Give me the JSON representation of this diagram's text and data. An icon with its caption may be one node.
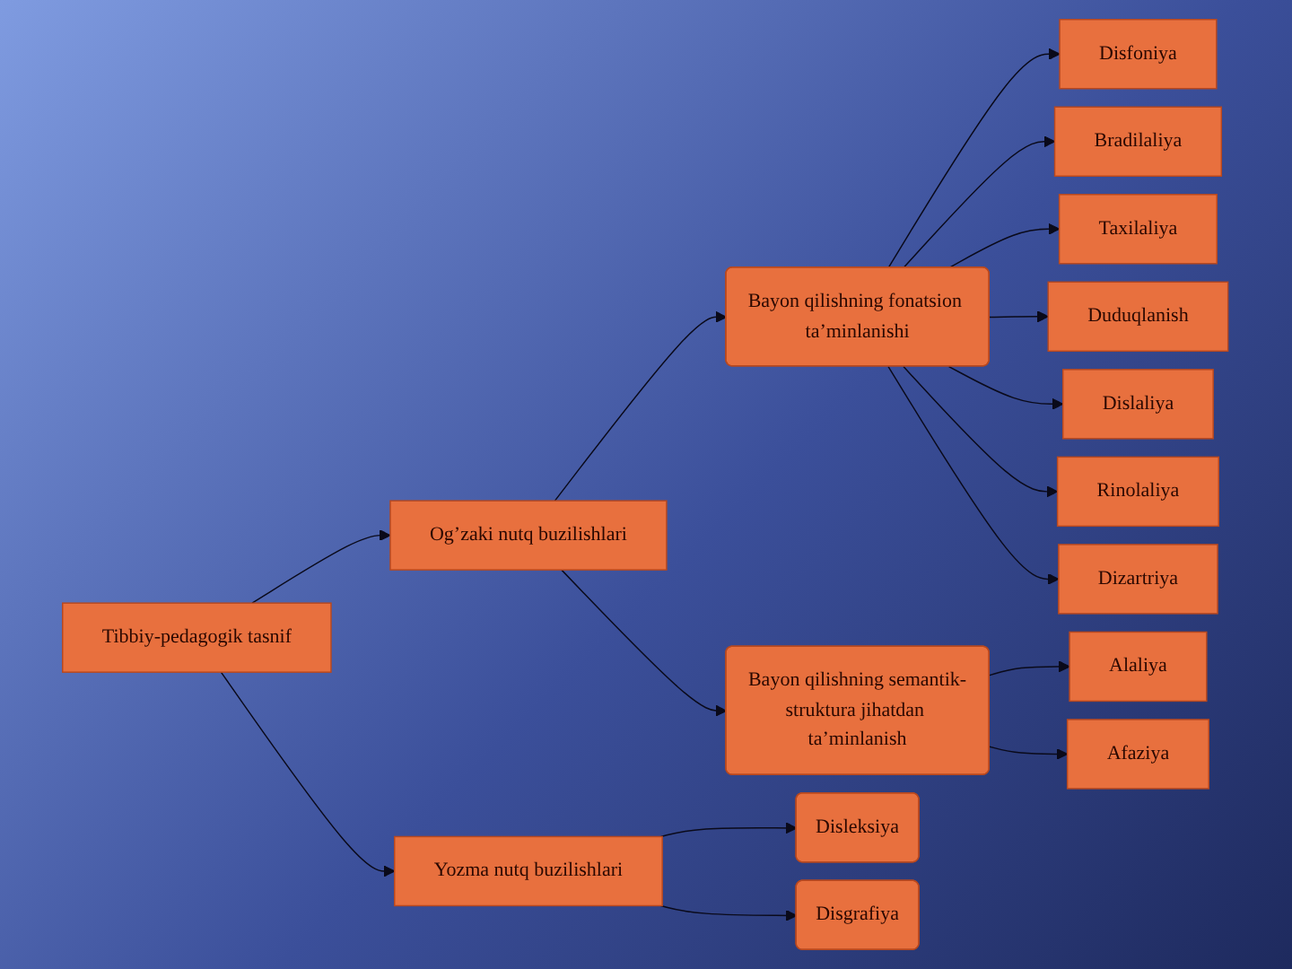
{
  "diagram": {
    "nodes": [
      {
        "text": [
          "Tibbiy-pedagogik tasnif"
        ]
      },
      {
        "text": [
          "Og’zaki nutq buzilishlari"
        ]
      },
      {
        "text": [
          "Yozma nutq buzilishlari"
        ]
      },
      {
        "text": [
          "Bayon qilishning fonatsion ta’minlanishi"
        ]
      },
      {
        "text": [
          "Bayon qilishning semantik-struktura jihatdan ta’minlanish"
        ]
      },
      {
        "text": [
          "Disleksiya"
        ]
      },
      {
        "text": [
          "Disgrafiya"
        ]
      },
      {
        "text": [
          "Disfoniya"
        ]
      },
      {
        "text": [
          "Bradilaliya"
        ]
      },
      {
        "text": [
          "Taxilaliya"
        ]
      },
      {
        "text": [
          "Duduqlanish"
        ]
      },
      {
        "text": [
          "Dislaliya"
        ]
      },
      {
        "text": [
          "Rinolaliya"
        ]
      },
      {
        "text": [
          "Dizartriya"
        ]
      },
      {
        "text": [
          "Alaliya"
        ]
      },
      {
        "text": [
          "Afaziya"
        ]
      }
    ],
    "edges": [
      {
        "from": 0,
        "to": 1,
        "arrow": "to"
      },
      {
        "from": 0,
        "to": 2,
        "arrow": "to"
      },
      {
        "from": 1,
        "to": 3,
        "arrow": "to"
      },
      {
        "from": 1,
        "to": 4,
        "arrow": "to"
      },
      {
        "from": 2,
        "to": 5,
        "arrow": "to"
      },
      {
        "from": 2,
        "to": 6,
        "arrow": "to"
      },
      {
        "from": 3,
        "to": 7,
        "arrow": "to"
      },
      {
        "from": 3,
        "to": 8,
        "arrow": "to"
      },
      {
        "from": 3,
        "to": 9,
        "arrow": "to"
      },
      {
        "from": 3,
        "to": 10,
        "arrow": "to"
      },
      {
        "from": 3,
        "to": 11,
        "arrow": "to"
      },
      {
        "from": 3,
        "to": 12,
        "arrow": "to"
      },
      {
        "from": 3,
        "to": 13,
        "arrow": "to"
      },
      {
        "from": 4,
        "to": 14,
        "arrow": "to"
      },
      {
        "from": 4,
        "to": 15,
        "arrow": "to"
      }
    ]
  }
}
